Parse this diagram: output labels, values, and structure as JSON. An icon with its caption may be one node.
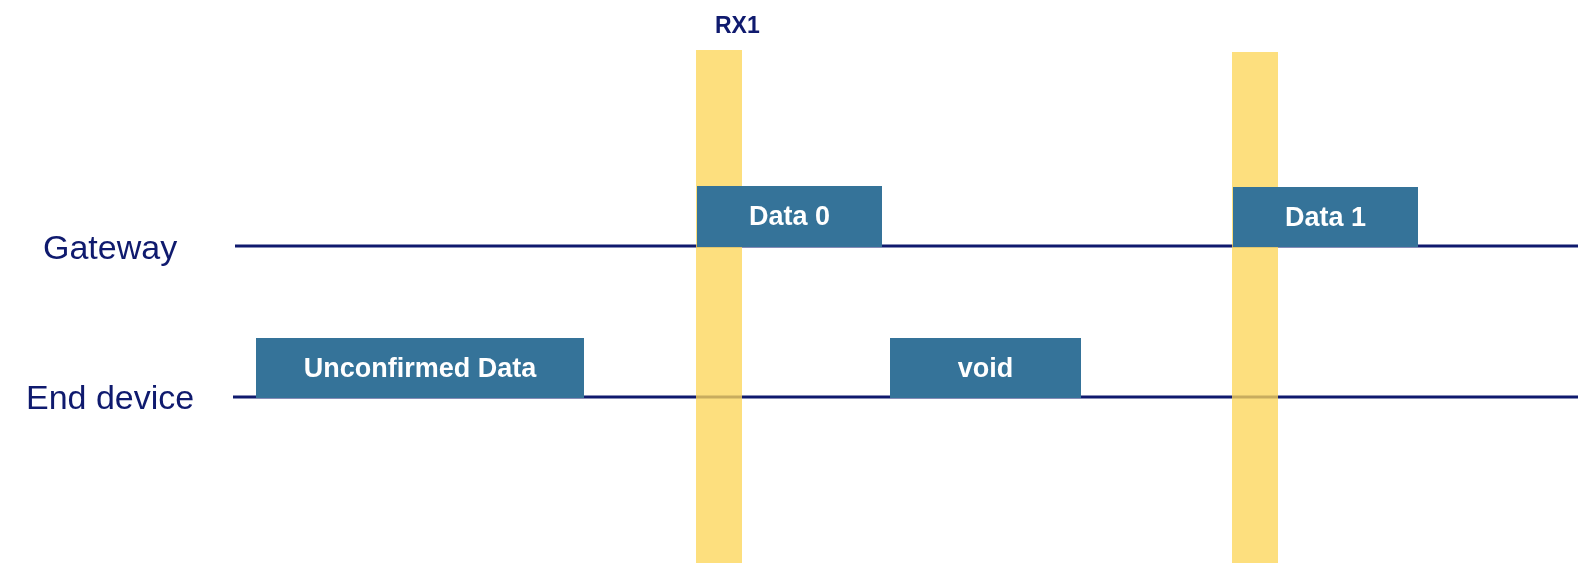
{
  "diagram": {
    "nodes": [
      {
        "text": [
          "RX1"
        ]
      },
      {
        "text": [],
        "shape": "bar"
      },
      {
        "text": [
          "Data 0"
        ]
      },
      {
        "text": [
          "Data 1"
        ]
      },
      {
        "text": [
          "Unconfirmed Data"
        ]
      },
      {
        "text": [
          "void"
        ]
      }
    ],
    "edges": [],
    "labels": [
      "Gateway",
      "End device"
    ]
  }
}
